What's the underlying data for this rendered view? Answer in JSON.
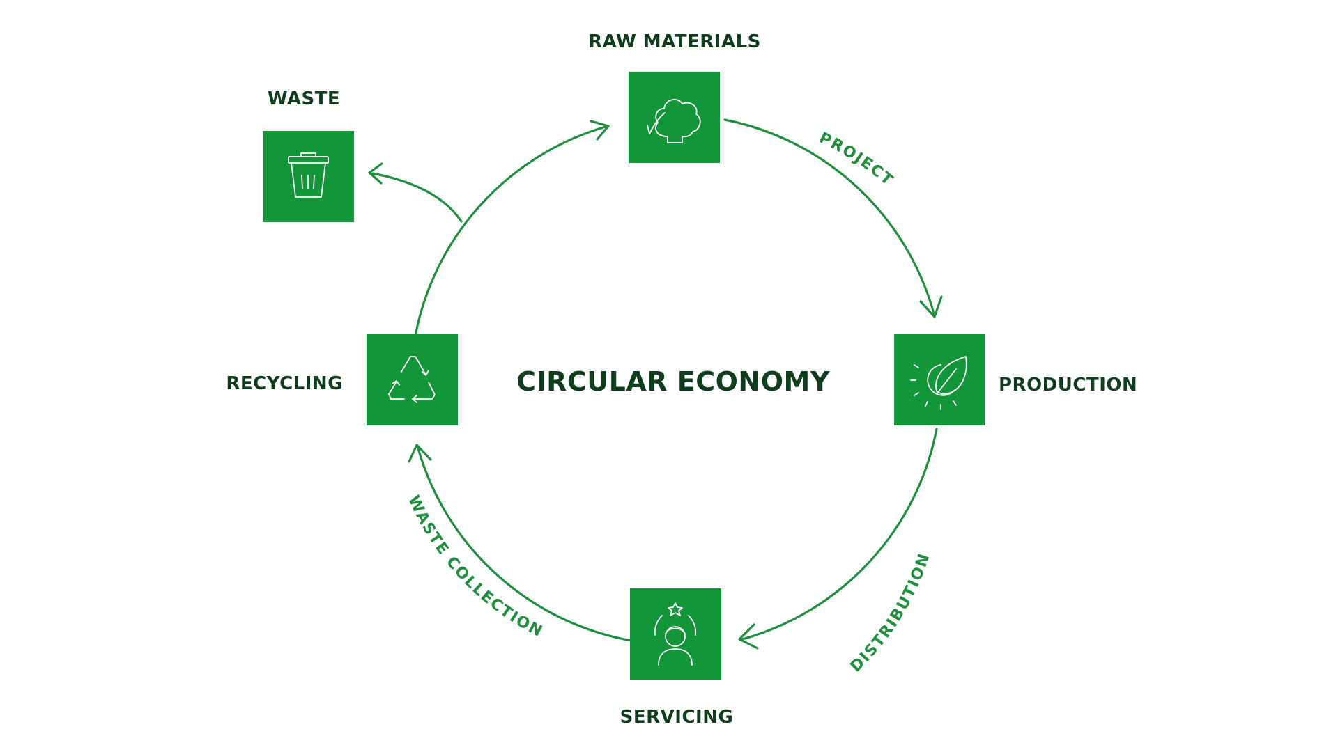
{
  "diagram": {
    "title": "CIRCULAR ECONOMY",
    "nodes": {
      "raw_materials": {
        "label": "RAW MATERIALS",
        "icon": "tree-icon"
      },
      "production": {
        "label": "PRODUCTION",
        "icon": "gear-leaf-icon"
      },
      "servicing": {
        "label": "SERVICING",
        "icon": "person-star-icon"
      },
      "recycling": {
        "label": "RECYCLING",
        "icon": "recycle-icon"
      },
      "waste": {
        "label": "WASTE",
        "icon": "trash-can-icon"
      }
    },
    "flows": {
      "project": "PROJECT",
      "distribution": "DISTRIBUTION",
      "waste_collection": "WASTE COLLECTION"
    },
    "colors": {
      "box_fill": "#139639",
      "arrow": "#1f8f3d",
      "flow_label": "#1f8f3d",
      "node_label": "#0f3d1e",
      "background": "#ffffff"
    }
  }
}
